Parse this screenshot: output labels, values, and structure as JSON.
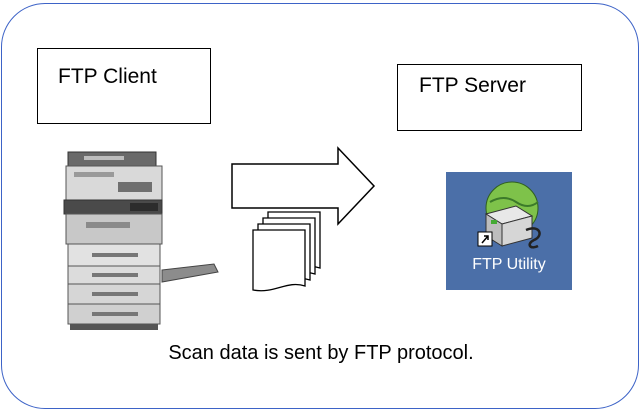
{
  "client": {
    "label": "FTP Client"
  },
  "server": {
    "label": "FTP Server"
  },
  "ftp_utility": {
    "label": "FTP Utility"
  },
  "caption": "Scan data is sent by FTP protocol.",
  "colors": {
    "frame": "#3d63c7",
    "icon_background": "#4b6fa8",
    "icon_text": "#ffffff"
  },
  "icons": {
    "device": "multifunction-printer-icon",
    "documents": "document-stack-icon",
    "transfer": "right-arrow-icon",
    "ftp": "ftp-utility-icon"
  }
}
